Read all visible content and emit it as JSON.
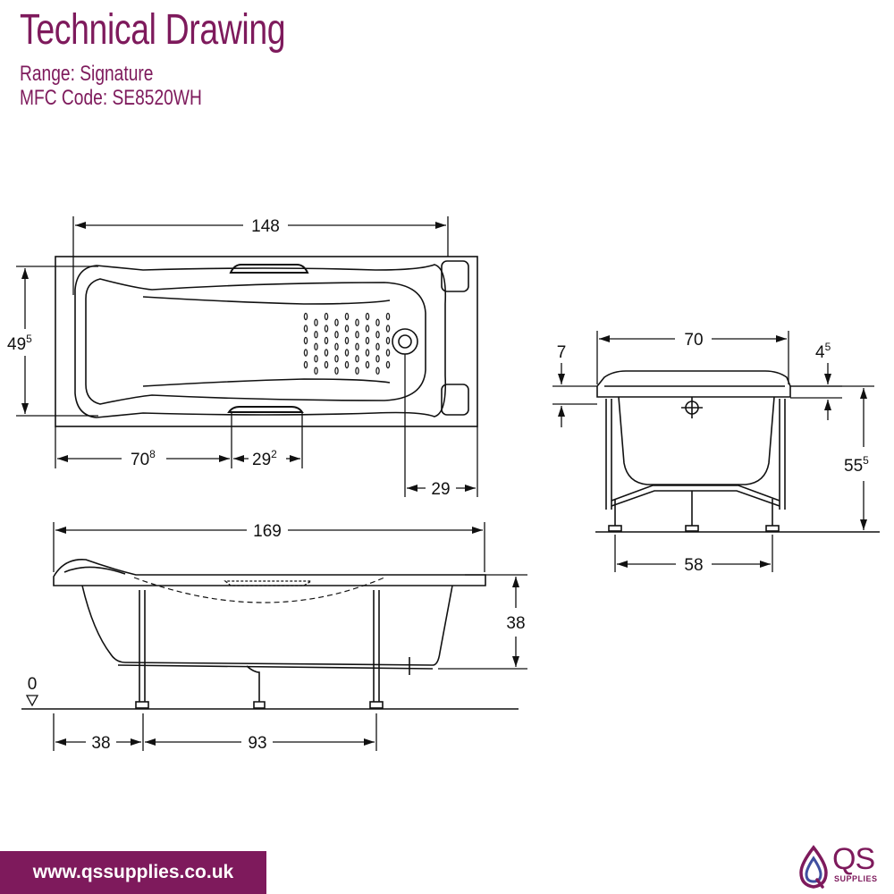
{
  "header": {
    "title": "Technical Drawing",
    "range_label": "Range: ",
    "range_value": "Signature",
    "mfc_label": "MFC Code: ",
    "mfc_value": "SE8520WH"
  },
  "drawing": {
    "top_view": {
      "length": "148",
      "width_main": "49",
      "width_sup": "5",
      "head_to_grip_main": "70",
      "head_to_grip_sup": "8",
      "grip_length_main": "29",
      "grip_length_sup": "2",
      "waste_offset": "29"
    },
    "side_view": {
      "overall_length": "169",
      "depth": "38",
      "floor_level": "0",
      "end_to_leg": "38",
      "leg_spacing": "93"
    },
    "end_view": {
      "width": "70",
      "rim_thickness": "7",
      "rim_offset_main": "4",
      "rim_offset_sup": "5",
      "overall_height_main": "55",
      "overall_height_sup": "5",
      "leg_width": "58"
    }
  },
  "footer": {
    "url": "www.qssupplies.co.uk",
    "logo_letters": "QS",
    "logo_sub": "SUPPLIES"
  },
  "colors": {
    "brand": "#7e1a5c",
    "line": "#111111",
    "logo_blue": "#3f4fa0"
  }
}
